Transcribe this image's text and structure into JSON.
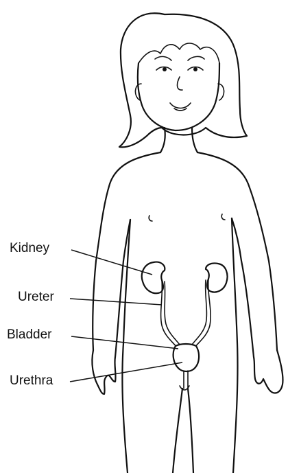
{
  "labels": {
    "kidney": "Kidney",
    "ureter": "Ureter",
    "bladder": "Bladder",
    "urethra": "Urethra"
  },
  "colors": {
    "line": "#111111",
    "background": "#ffffff"
  }
}
